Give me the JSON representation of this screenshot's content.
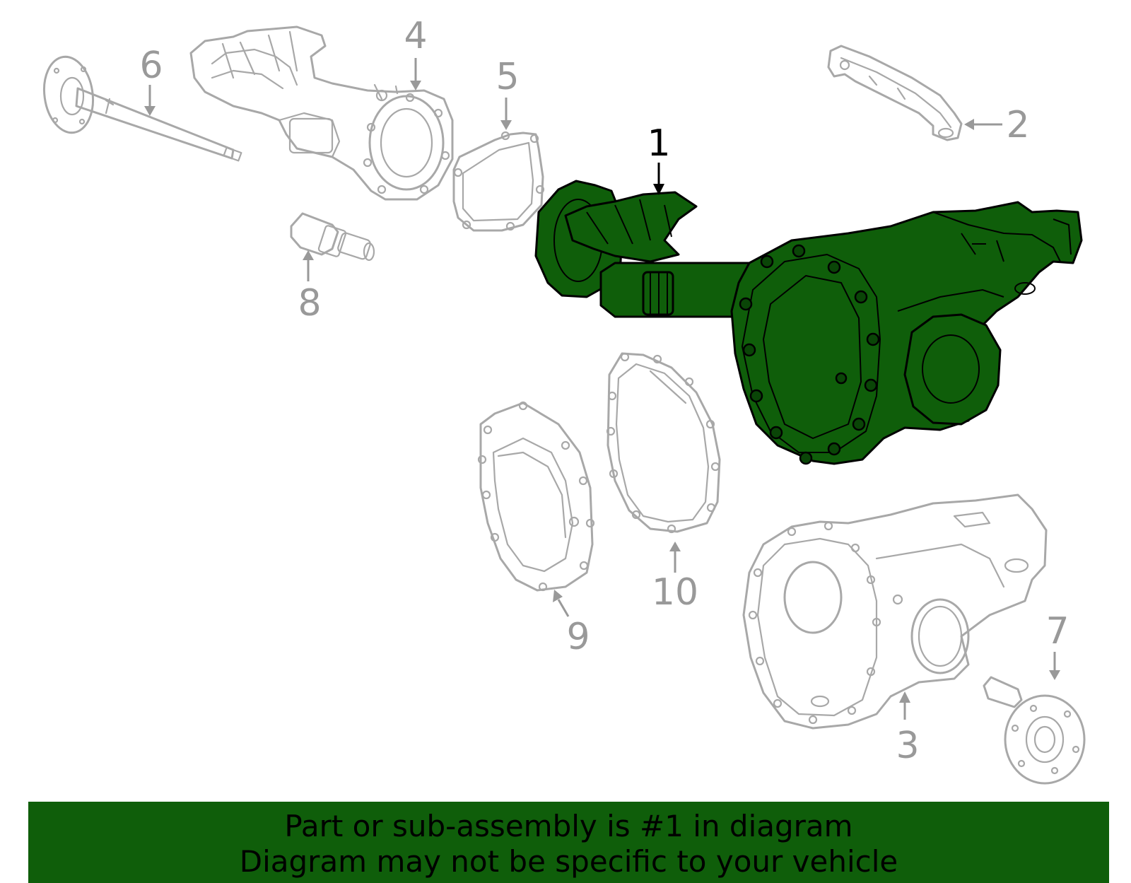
{
  "callouts": [
    {
      "id": "1",
      "label": "1",
      "highlighted": true
    },
    {
      "id": "2",
      "label": "2",
      "highlighted": false
    },
    {
      "id": "3",
      "label": "3",
      "highlighted": false
    },
    {
      "id": "4",
      "label": "4",
      "highlighted": false
    },
    {
      "id": "5",
      "label": "5",
      "highlighted": false
    },
    {
      "id": "6",
      "label": "6",
      "highlighted": false
    },
    {
      "id": "7",
      "label": "7",
      "highlighted": false
    },
    {
      "id": "8",
      "label": "8",
      "highlighted": false
    },
    {
      "id": "9",
      "label": "9",
      "highlighted": false
    },
    {
      "id": "10",
      "label": "10",
      "highlighted": false
    }
  ],
  "banner": {
    "line1": "Part or sub-assembly is #1 in diagram",
    "line2": "Diagram may not be specific to your vehicle"
  },
  "colors": {
    "highlight": "#0f5e0a",
    "ghost": "#a8a8a8",
    "callout_grey": "#999999",
    "banner_bg": "#0f5e0a"
  }
}
